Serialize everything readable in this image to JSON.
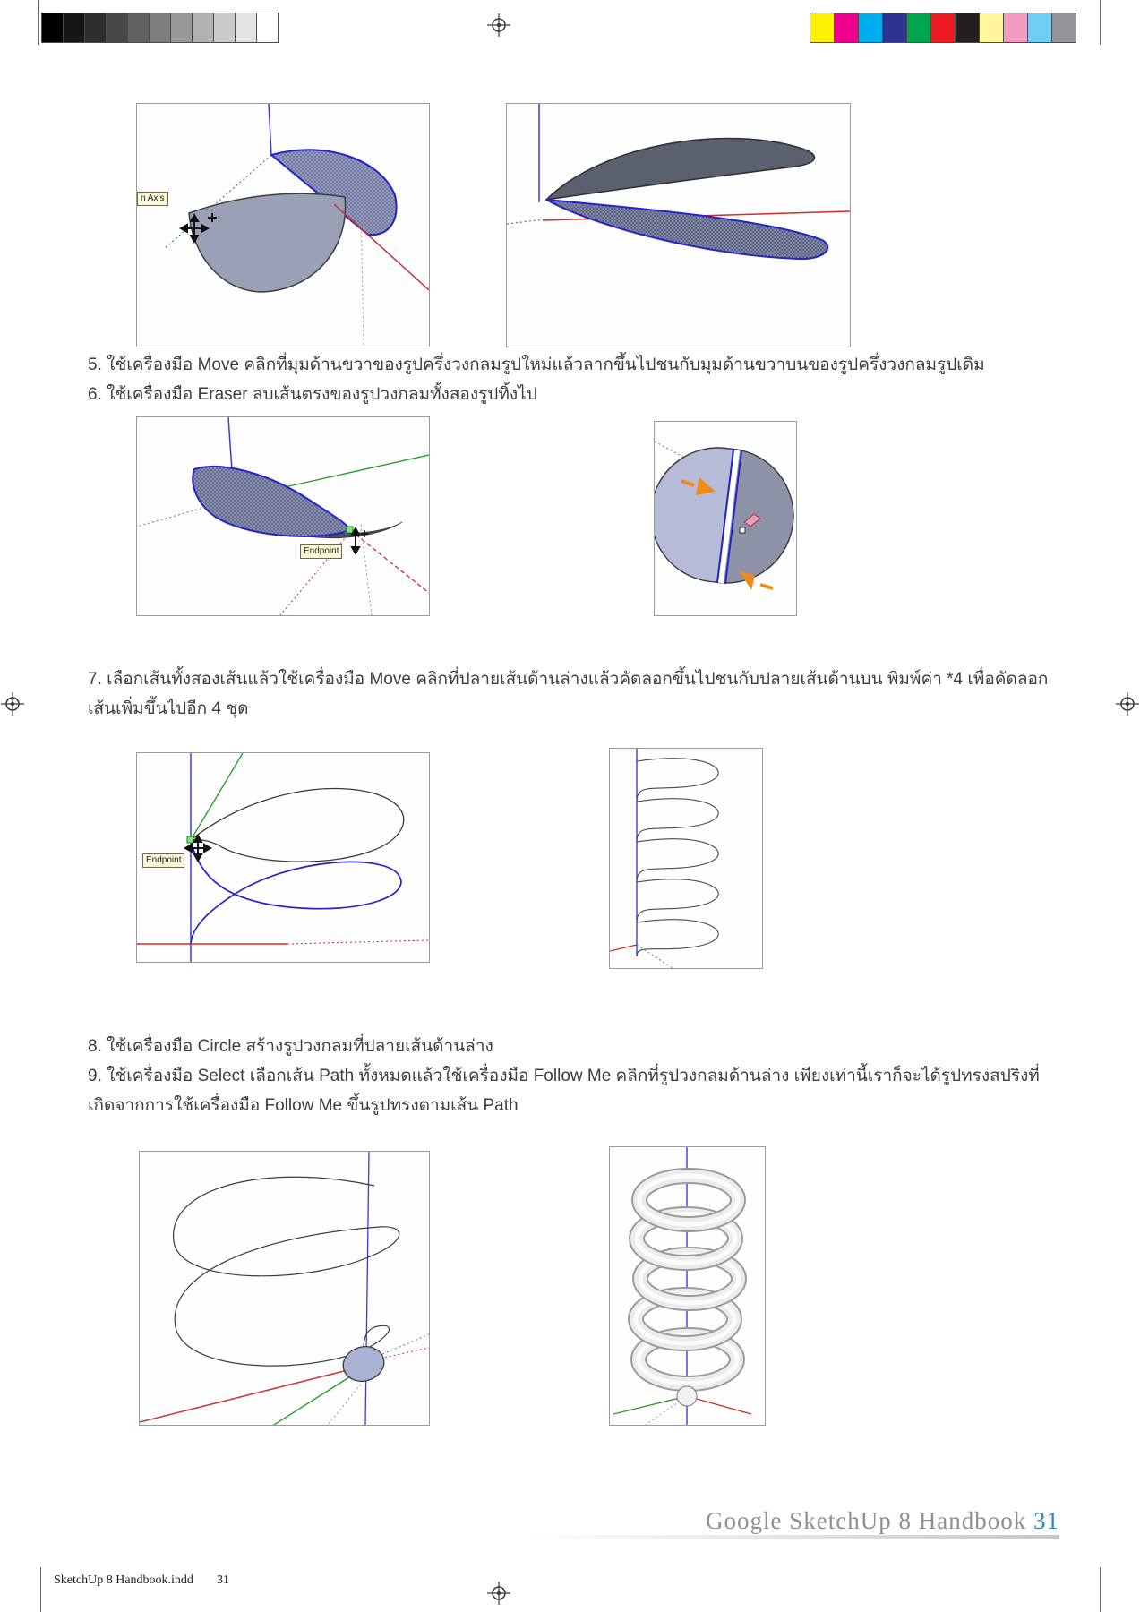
{
  "print_marks": {
    "grayscale_bar": [
      "#000000",
      "#161616",
      "#2e2e2e",
      "#474747",
      "#616161",
      "#7d7d7d",
      "#989898",
      "#b1b1b1",
      "#cacaca",
      "#e4e4e4",
      "#ffffff"
    ],
    "color_bar": [
      "#FFF200",
      "#EC008C",
      "#00AEEF",
      "#2E3192",
      "#00A551",
      "#ED1C24",
      "#231F20",
      "#FFF799",
      "#F49AC1",
      "#6DCFF6",
      "#939598"
    ]
  },
  "steps": {
    "step5": "5. ใช้เครื่องมือ Move คลิกที่มุมด้านขวาของรูปครึ่งวงกลมรูปใหม่แล้วลากขึ้นไปชนกับมุมด้านขวาบนของรูปครึ่งวงกลมรูปเดิม",
    "step6": "6. ใช้เครื่องมือ Eraser ลบเส้นตรงของรูปวงกลมทั้งสองรูปทิ้งไป",
    "step7": "7. เลือกเส้นทั้งสองเส้นแล้วใช้เครื่องมือ Move คลิกที่ปลายเส้นด้านล่างแล้วคัดลอกขึ้นไปชนกับปลายเส้นด้านบน พิมพ์ค่า *4 เพื่อคัดลอกเส้นเพิ่มขึ้นไปอีก 4 ชุด",
    "step8": "8. ใช้เครื่องมือ Circle สร้างรูปวงกลมที่ปลายเส้นด้านล่าง",
    "step9": "9. ใช้เครื่องมือ Select เลือกเส้น Path ทั้งหมดแล้วใช้เครื่องมือ Follow Me คลิกที่รูปวงกลมด้านล่าง เพียงเท่านี้เราก็จะได้รูปทรงสปริงที่เกิดจากการใช้เครื่องมือ Follow Me ขึ้นรูปทรงตามเส้น Path"
  },
  "figures": {
    "fig1_tooltip": "n Axis",
    "fig3_tooltip": "Endpoint",
    "fig5_tooltip": "Endpoint"
  },
  "axis_colors": {
    "red": "#cf2b2b",
    "green": "#2f9e2f",
    "blue": "#3b3bd8",
    "selection_blue": "#2424cc",
    "orange": "#f08a1d"
  },
  "footer": {
    "book_title": "Google SketchUp 8 Handbook",
    "page_number": "31",
    "slug": "SketchUp 8 Handbook.indd",
    "slug_page": "31"
  }
}
